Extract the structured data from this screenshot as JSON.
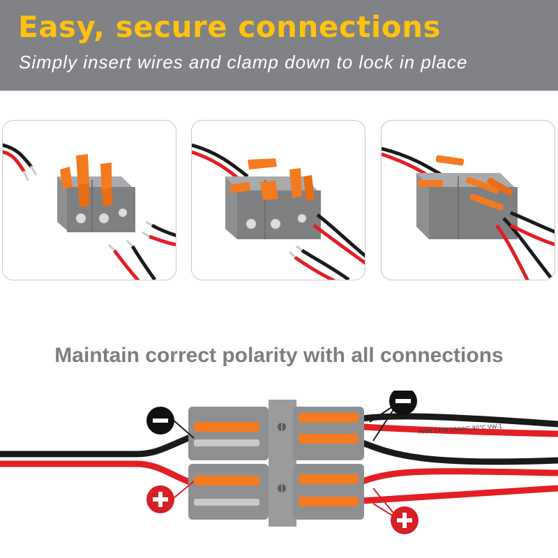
{
  "banner": {
    "title": "Easy, secure connections",
    "subtitle": "Simply insert wires and clamp down to lock in place"
  },
  "steps": [
    {
      "state": "wires-separate-levers-open"
    },
    {
      "state": "wires-inserted-levers-open"
    },
    {
      "state": "wires-clamped-levers-closed"
    }
  ],
  "polarity": {
    "heading": "Maintain correct polarity with all connections",
    "negative_symbol": "minus-icon",
    "positive_symbol": "plus-icon",
    "wire_print": "AWM  2468  20AWG  80°C  VW-1"
  },
  "colors": {
    "banner_bg": "#808285",
    "title": "#ffc20e",
    "connector_body": "#8e8f91",
    "lever": "#f47a20",
    "wire_red": "#e31e24",
    "wire_black": "#1a1a1a",
    "positive_badge": "#d71f26",
    "negative_badge": "#111111"
  }
}
